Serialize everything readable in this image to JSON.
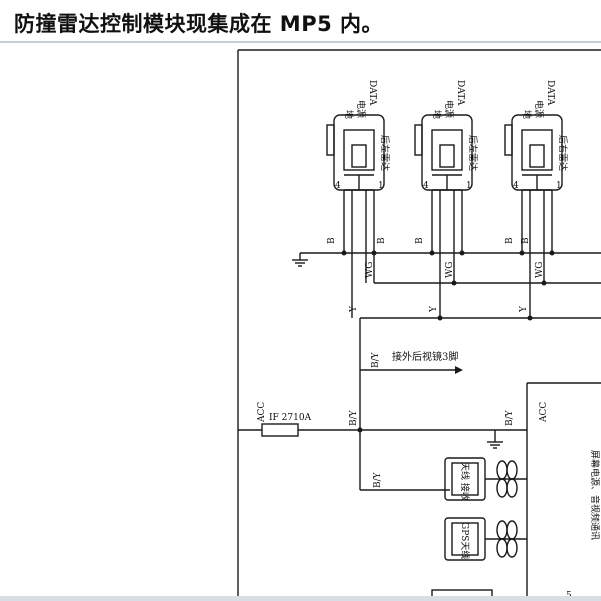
{
  "title": "防撞雷达控制模块现集成在 MP5 内。",
  "sensors": [
    {
      "pins": [
        "地",
        "电源",
        "DATA"
      ],
      "name": "后左雷达",
      "pin4": "4",
      "pin1": "1"
    },
    {
      "pins": [
        "地",
        "电源",
        "DATA"
      ],
      "name": "后左雷达",
      "pin4": "4",
      "pin1": "1"
    },
    {
      "pins": [
        "地",
        "电源",
        "DATA"
      ],
      "name": "后右雷达",
      "pin4": "4",
      "pin1": "1"
    }
  ],
  "wire_labels": {
    "b": "B",
    "wg": "WG",
    "y": "Y",
    "by": "B/Y",
    "acc": "ACC",
    "fuse": "IF 2710A",
    "acc_pin": "ACC"
  },
  "note_mirror": "接外后视镜3脚",
  "modules": {
    "antenna": "天线 接收",
    "gps": "GPS天线"
  },
  "right_note": "屏幕电源、音视频通讯",
  "cut_digit": "5",
  "colors": {
    "line": "#1a1a1a",
    "title": "#111111"
  }
}
